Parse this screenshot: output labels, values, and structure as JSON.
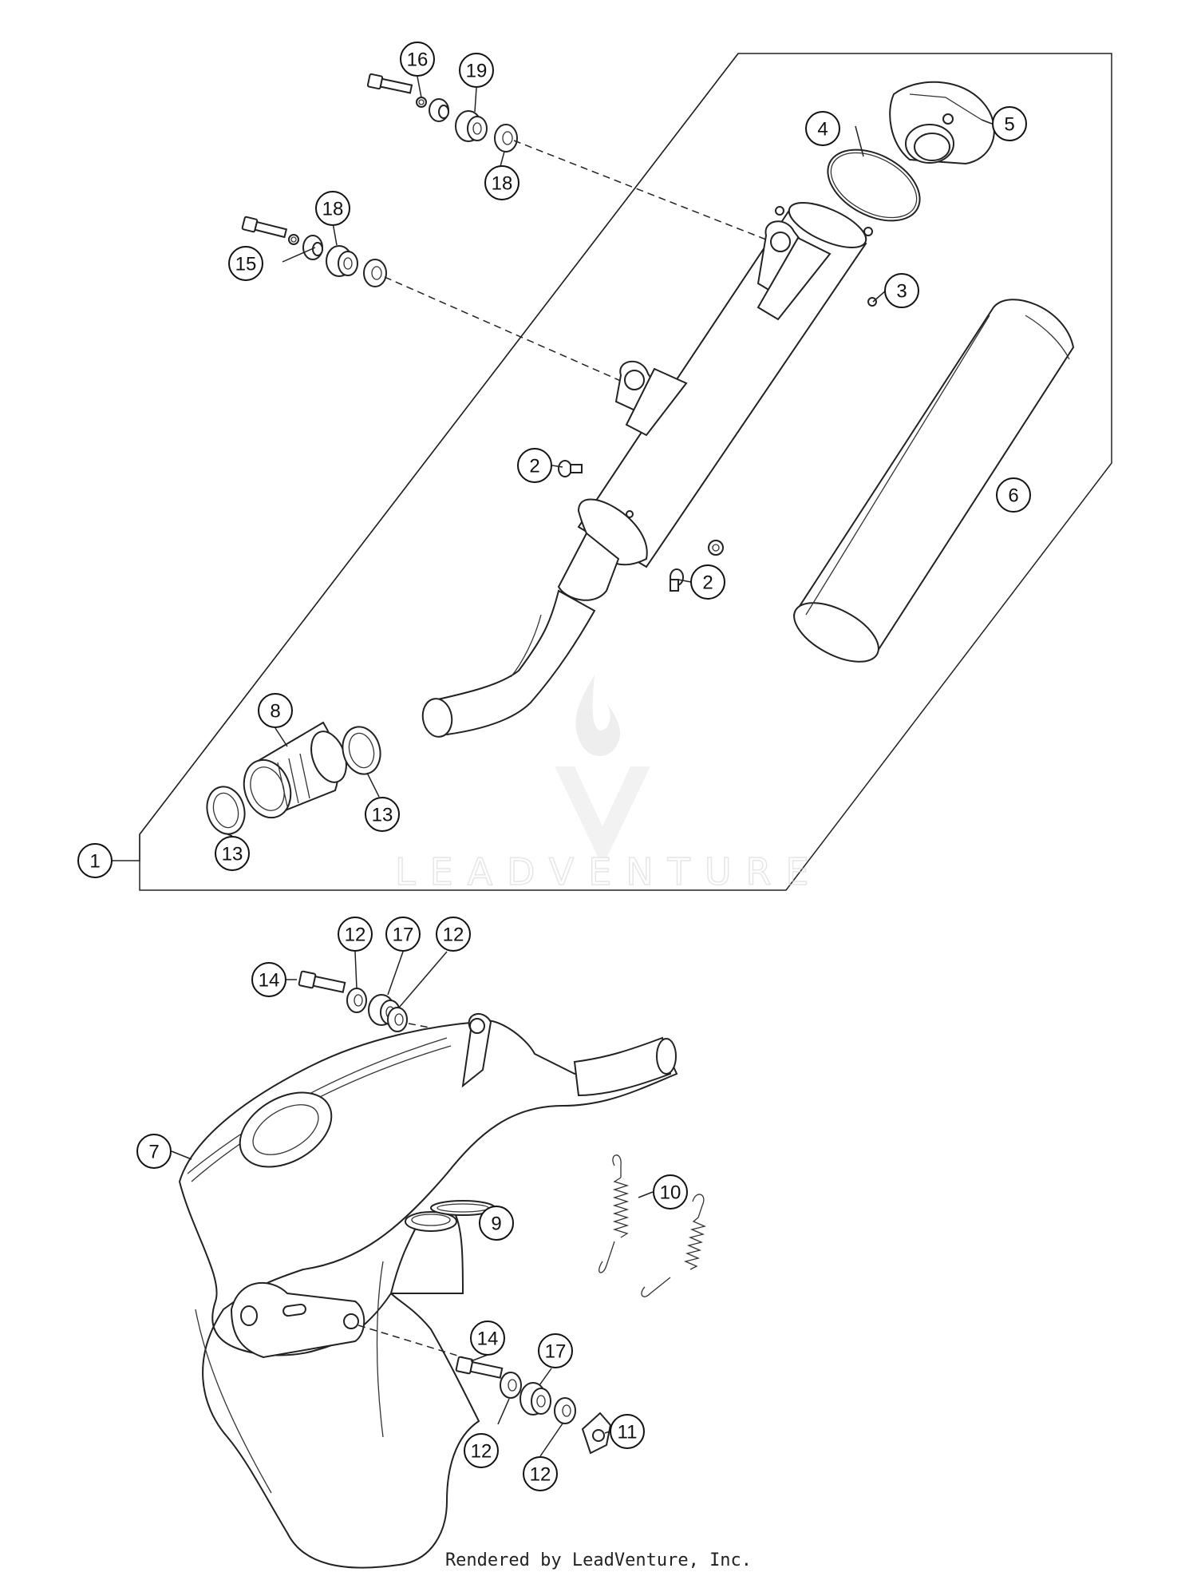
{
  "diagram": {
    "callouts": [
      {
        "id": "c1",
        "label": "1"
      },
      {
        "id": "c2a",
        "label": "2"
      },
      {
        "id": "c2b",
        "label": "2"
      },
      {
        "id": "c3",
        "label": "3"
      },
      {
        "id": "c4",
        "label": "4"
      },
      {
        "id": "c5",
        "label": "5"
      },
      {
        "id": "c6",
        "label": "6"
      },
      {
        "id": "c7",
        "label": "7"
      },
      {
        "id": "c8",
        "label": "8"
      },
      {
        "id": "c9",
        "label": "9"
      },
      {
        "id": "c10",
        "label": "10"
      },
      {
        "id": "c11",
        "label": "11"
      },
      {
        "id": "c12a",
        "label": "12"
      },
      {
        "id": "c12b",
        "label": "12"
      },
      {
        "id": "c12c",
        "label": "12"
      },
      {
        "id": "c12d",
        "label": "12"
      },
      {
        "id": "c13a",
        "label": "13"
      },
      {
        "id": "c13b",
        "label": "13"
      },
      {
        "id": "c14a",
        "label": "14"
      },
      {
        "id": "c14b",
        "label": "14"
      },
      {
        "id": "c15",
        "label": "15"
      },
      {
        "id": "c16",
        "label": "16"
      },
      {
        "id": "c17a",
        "label": "17"
      },
      {
        "id": "c17b",
        "label": "17"
      },
      {
        "id": "c18a",
        "label": "18"
      },
      {
        "id": "c18b",
        "label": "18"
      },
      {
        "id": "c19",
        "label": "19"
      }
    ],
    "watermark": "LEADVENTURE"
  },
  "footer": {
    "credit": "Rendered by LeadVenture, Inc."
  }
}
